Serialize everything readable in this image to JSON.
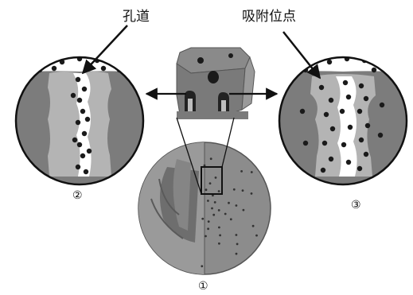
{
  "labels": {
    "pore": "孔道",
    "adsorption_site": "吸附位点"
  },
  "markers": {
    "m1": "①",
    "m2": "②",
    "m3": "③"
  },
  "colors": {
    "particle": "#7c7c7c",
    "wall": "#b4b4b4",
    "channel": "#ffffff",
    "dot": "#1a1a1a",
    "outline": "#111111"
  }
}
